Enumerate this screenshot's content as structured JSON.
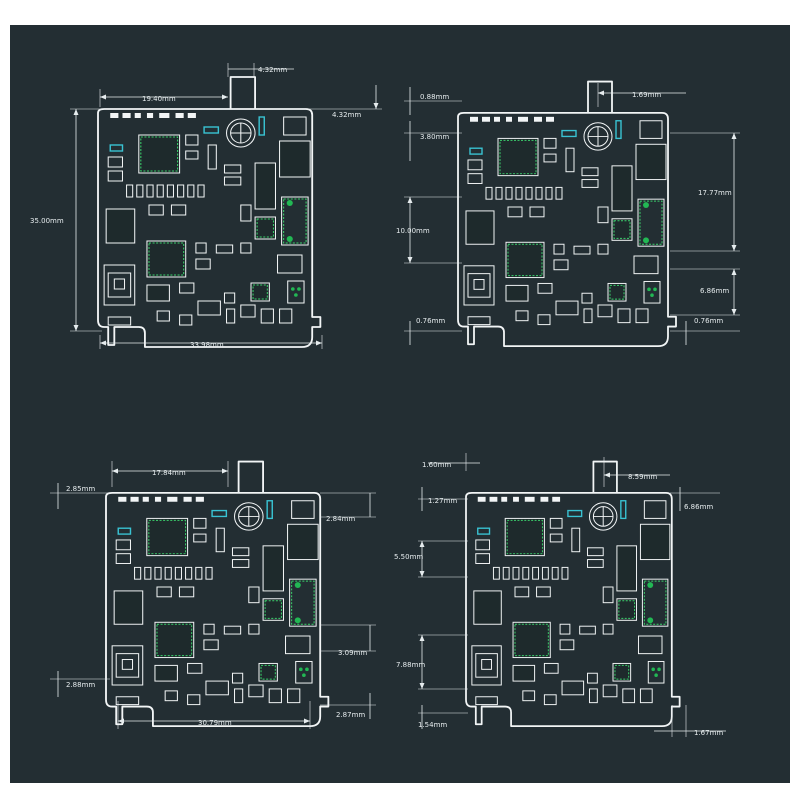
{
  "colors": {
    "background": "#232e33",
    "outline": "#f2f5f6",
    "dimension": "#e6ecee",
    "highlight_green": "#3ad06b",
    "highlight_cyan": "#39c3d3"
  },
  "views": {
    "top_left": {
      "dims": {
        "top_tab_width": "4.32mm",
        "right_tab_offset": "4.32mm",
        "top_span": "19.40mm",
        "height": "35.00mm",
        "width": "33.98mm"
      }
    },
    "top_right": {
      "dims": {
        "top_left_offset": "0.88mm",
        "left_offset_2": "3.80mm",
        "left_block": "10.00mm",
        "left_bottom": "0.76mm",
        "top_right_tab": "1.69mm",
        "right_tall": "17.77mm",
        "right_mid": "6.86mm",
        "right_bottom": "0.76mm"
      }
    },
    "bottom_left": {
      "dims": {
        "top_span": "17.84mm",
        "left_top": "2.85mm",
        "right_top": "2.84mm",
        "right_mid": "3.09mm",
        "left_bottom": "2.88mm",
        "bottom_span": "30.79mm",
        "right_bottom": "2.87mm"
      }
    },
    "bottom_right": {
      "dims": {
        "top_left": "1.60mm",
        "left_2": "1.27mm",
        "left_mid": "5.50mm",
        "left_low": "7.88mm",
        "bottom_left": "1.54mm",
        "top_right": "8.59mm",
        "right_top": "6.86mm",
        "bottom_right": "1.67mm"
      }
    }
  }
}
